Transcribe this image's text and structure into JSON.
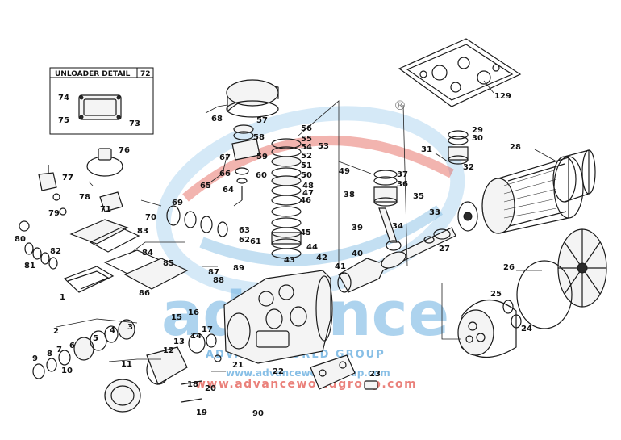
{
  "unloader_detail": {
    "title": "UNLOADER DETAIL",
    "number": "72"
  },
  "watermark": {
    "brand_word": "advance",
    "group_text": "ADVANCE WORLD GROUP",
    "url_1": "www.advanceworldgroup.com",
    "url_2": "www.advanceworldgroup.com",
    "registered_mark": "®",
    "colors": {
      "blue": "#5aa7dc",
      "red": "#e0463c",
      "light_blue": "#a9d1ee"
    }
  },
  "callouts": [
    {
      "id": "c1",
      "text": "1"
    },
    {
      "id": "c2",
      "text": "2"
    },
    {
      "id": "c3",
      "text": "3"
    },
    {
      "id": "c4",
      "text": "4"
    },
    {
      "id": "c5",
      "text": "5"
    },
    {
      "id": "c6",
      "text": "6"
    },
    {
      "id": "c7",
      "text": "7"
    },
    {
      "id": "c8",
      "text": "8"
    },
    {
      "id": "c9",
      "text": "9"
    },
    {
      "id": "c10",
      "text": "10"
    },
    {
      "id": "c11",
      "text": "11"
    },
    {
      "id": "c12",
      "text": "12"
    },
    {
      "id": "c13",
      "text": "13"
    },
    {
      "id": "c14",
      "text": "14"
    },
    {
      "id": "c15",
      "text": "15"
    },
    {
      "id": "c16",
      "text": "16"
    },
    {
      "id": "c17",
      "text": "17"
    },
    {
      "id": "c18",
      "text": "18"
    },
    {
      "id": "c19",
      "text": "19"
    },
    {
      "id": "c20",
      "text": "20"
    },
    {
      "id": "c21",
      "text": "21"
    },
    {
      "id": "c22",
      "text": "22"
    },
    {
      "id": "c23",
      "text": "23"
    },
    {
      "id": "c24",
      "text": "24"
    },
    {
      "id": "c25",
      "text": "25"
    },
    {
      "id": "c26",
      "text": "26"
    },
    {
      "id": "c27",
      "text": "27"
    },
    {
      "id": "c28",
      "text": "28"
    },
    {
      "id": "c29",
      "text": "29"
    },
    {
      "id": "c30",
      "text": "30"
    },
    {
      "id": "c31",
      "text": "31"
    },
    {
      "id": "c32",
      "text": "32"
    },
    {
      "id": "c33",
      "text": "33"
    },
    {
      "id": "c34",
      "text": "34"
    },
    {
      "id": "c35",
      "text": "35"
    },
    {
      "id": "c36a",
      "text": "36"
    },
    {
      "id": "c37a",
      "text": "37"
    },
    {
      "id": "c38",
      "text": "38"
    },
    {
      "id": "c39a",
      "text": "39"
    },
    {
      "id": "c40",
      "text": "40"
    },
    {
      "id": "c41",
      "text": "41"
    },
    {
      "id": "c42",
      "text": "42"
    },
    {
      "id": "c43",
      "text": "43"
    },
    {
      "id": "c44",
      "text": "44"
    },
    {
      "id": "c45",
      "text": "45"
    },
    {
      "id": "c46",
      "text": "46"
    },
    {
      "id": "c47",
      "text": "47"
    },
    {
      "id": "c48",
      "text": "48"
    },
    {
      "id": "c49",
      "text": "49"
    },
    {
      "id": "c50",
      "text": "50"
    },
    {
      "id": "c51",
      "text": "51"
    },
    {
      "id": "c52",
      "text": "52"
    },
    {
      "id": "c53",
      "text": "53"
    },
    {
      "id": "c54",
      "text": "54"
    },
    {
      "id": "c55",
      "text": "55"
    },
    {
      "id": "c56",
      "text": "56"
    },
    {
      "id": "c57",
      "text": "57"
    },
    {
      "id": "c58",
      "text": "58"
    },
    {
      "id": "c59",
      "text": "59"
    },
    {
      "id": "c60",
      "text": "60"
    },
    {
      "id": "c61",
      "text": "61"
    },
    {
      "id": "c62",
      "text": "62"
    },
    {
      "id": "c63",
      "text": "63"
    },
    {
      "id": "c64",
      "text": "64"
    },
    {
      "id": "c65",
      "text": "65"
    },
    {
      "id": "c66",
      "text": "66"
    },
    {
      "id": "c67",
      "text": "67"
    },
    {
      "id": "c68",
      "text": "68"
    },
    {
      "id": "c69",
      "text": "69"
    },
    {
      "id": "c70",
      "text": "70"
    },
    {
      "id": "c71",
      "text": "71"
    },
    {
      "id": "c73",
      "text": "73"
    },
    {
      "id": "c74",
      "text": "74"
    },
    {
      "id": "c75",
      "text": "75"
    },
    {
      "id": "c76",
      "text": "76"
    },
    {
      "id": "c77",
      "text": "77"
    },
    {
      "id": "c78",
      "text": "78"
    },
    {
      "id": "c79",
      "text": "79"
    },
    {
      "id": "c80",
      "text": "80"
    },
    {
      "id": "c81",
      "text": "81"
    },
    {
      "id": "c82",
      "text": "82"
    },
    {
      "id": "c83",
      "text": "83"
    },
    {
      "id": "c84",
      "text": "84"
    },
    {
      "id": "c85",
      "text": "85"
    },
    {
      "id": "c86",
      "text": "86"
    },
    {
      "id": "c87",
      "text": "87"
    },
    {
      "id": "c88",
      "text": "88"
    },
    {
      "id": "c89",
      "text": "89"
    },
    {
      "id": "c90",
      "text": "90"
    },
    {
      "id": "c129",
      "text": "129"
    }
  ]
}
